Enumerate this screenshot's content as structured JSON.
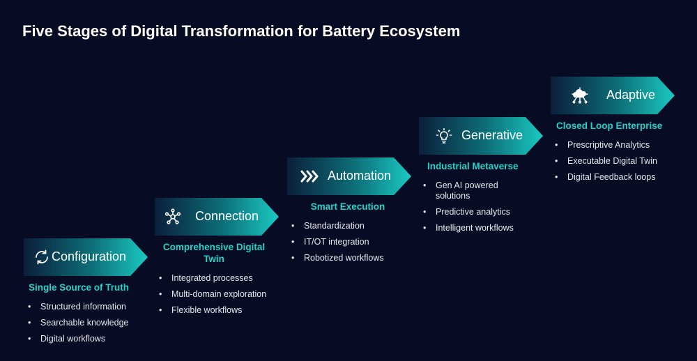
{
  "title": "Five Stages of Digital Transformation for Battery Ecosystem",
  "colors": {
    "background": "#080b24",
    "accent": "#22d3c8",
    "banner_dark": "#0b1f3a",
    "banner_light": "#1ac9c2"
  },
  "stages": [
    {
      "label": "Configuration",
      "icon": "refresh-cycle-icon",
      "subtitle": "Single Source of Truth",
      "points": [
        "Structured  information",
        "Searchable knowledge",
        "Digital workflows"
      ]
    },
    {
      "label": "Connection",
      "icon": "network-nodes-icon",
      "subtitle": "Comprehensive Digital Twin",
      "points": [
        "Integrated processes",
        "Multi-domain exploration",
        "Flexible workflows"
      ]
    },
    {
      "label": "Automation",
      "icon": "triple-chevron-icon",
      "subtitle": "Smart Execution",
      "points": [
        " Standardization",
        "IT/OT integration",
        "Robotized workflows"
      ]
    },
    {
      "label": "Generative",
      "icon": "lightbulb-icon",
      "subtitle": "Industrial Metaverse",
      "points": [
        "Gen AI powered solutions",
        "Predictive analytics",
        "Intelligent workflows"
      ]
    },
    {
      "label": "Adaptive",
      "icon": "cloud-network-icon",
      "subtitle": "Closed Loop Enterprise",
      "points": [
        "Prescriptive Analytics",
        "Executable Digital Twin",
        "Digital Feedback loops"
      ]
    }
  ]
}
